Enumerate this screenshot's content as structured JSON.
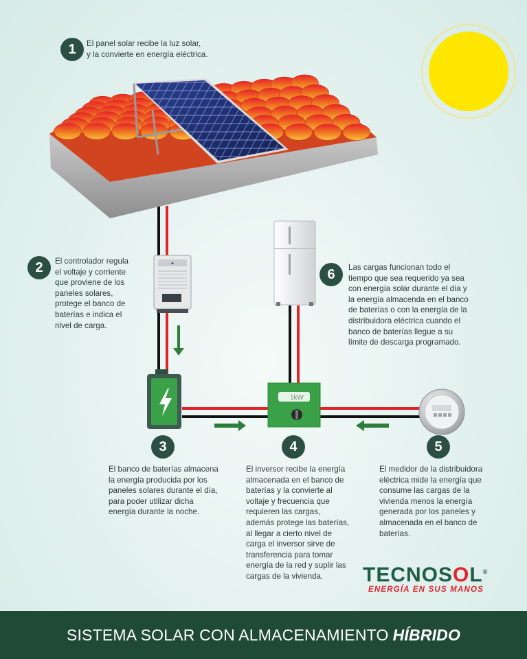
{
  "steps": [
    {
      "number": "1",
      "text_lines": [
        "El panel solar recibe la luz solar,",
        "y la convierte en energía eléctrica."
      ]
    },
    {
      "number": "2",
      "text_lines": [
        "El controlador regula",
        "el voltaje y corriente",
        "que proviene de los",
        "paneles solares,",
        "protege el banco de",
        "baterías e indica el",
        "nivel de carga."
      ]
    },
    {
      "number": "3",
      "text_lines": [
        "El banco de baterías almacena",
        "la energía producida por los",
        "paneles solares durante el día,",
        "para poder utilizar dicha",
        "energía durante la noche."
      ]
    },
    {
      "number": "4",
      "text_lines": [
        "El inversor recibe la energía",
        "almacenada en el banco de",
        "baterías y la convierte al",
        "voltaje y frecuencia que",
        "requieren las cargas,",
        "además protege las baterías,",
        "al llegar a cierto nivel de",
        "carga el inversor sirve de",
        "transferencia para tomar",
        "energía de la red y suplir las",
        "cargas de la vivienda."
      ]
    },
    {
      "number": "5",
      "text_lines": [
        "El medidor de la distribuidora",
        "eléctrica mide la energía que",
        "consume las cargas de la",
        "vivienda menos la energía",
        "generada por los paneles y",
        "almacenada en el banco de",
        "baterías."
      ]
    },
    {
      "number": "6",
      "text_lines": [
        "Las cargas funcionan todo el",
        "tiempo que sea requerido ya sea",
        "con energía solar durante el día y",
        "la energía almacenda en el banco",
        "de baterías o con la energía de la",
        "distribuidora eléctrica cuando el",
        "banco de baterías llegue a su",
        "límite de descarga programado."
      ]
    }
  ],
  "inverter_label": "1kW",
  "brand": {
    "name_part1": "TECNOS",
    "name_o": "O",
    "name_part2": "L",
    "registered": "®",
    "tagline": "ENERGÍA EN SUS MANOS"
  },
  "footer": {
    "title": "SISTEMA SOLAR CON ALMACENAMIENTO",
    "title_emphasis": "HÍBRIDO"
  },
  "colors": {
    "dark_green": "#2c4f44",
    "footer_green": "#1f4a35",
    "wire_red": "#e2232a",
    "wire_black": "#111111",
    "battery_green": "#3ba148",
    "sun_yellow": "#ffe600"
  }
}
